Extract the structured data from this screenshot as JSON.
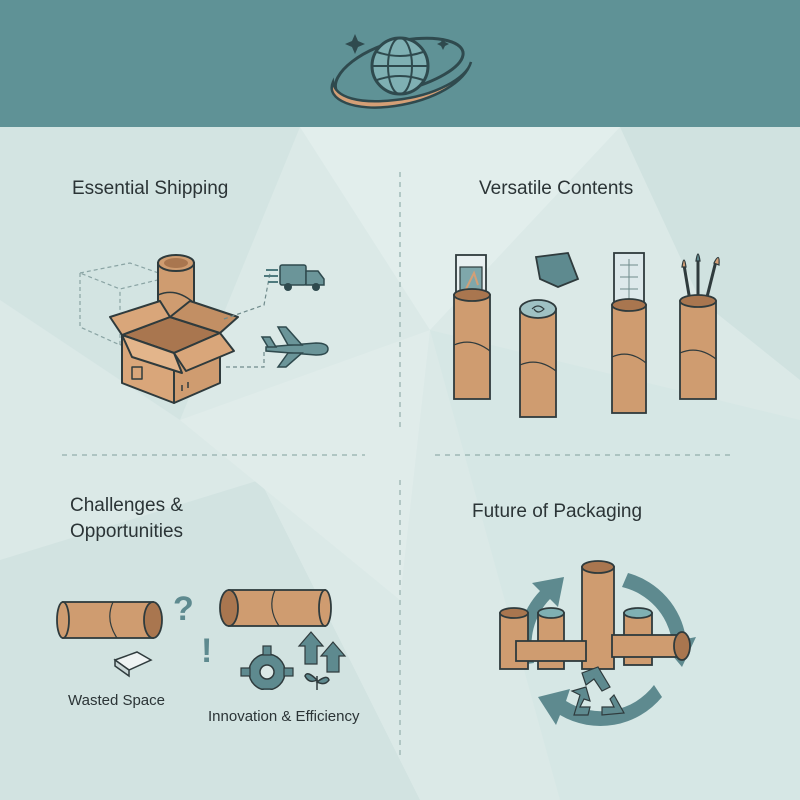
{
  "sections": {
    "shipping": {
      "title": "Essential Shipping"
    },
    "contents": {
      "title": "Versatile Contents"
    },
    "challenges": {
      "title": "Challenges &\nOpportunities",
      "wasted_label": "Wasted Space",
      "innovation_label": "Innovation & Efficiency"
    },
    "future": {
      "title": "Future of Packaging"
    }
  },
  "icons": {
    "logo": "globe-orbit-icon",
    "truck": "truck-icon",
    "plane": "airplane-icon",
    "question": "question-mark-icon",
    "exclamation": "exclamation-icon",
    "gear": "gear-icon",
    "arrows": "up-arrows-icon",
    "sprout": "sprout-icon",
    "recycle": "recycle-icon"
  },
  "colors": {
    "header": "#5f9296",
    "background": "#dbe9e7",
    "kraft": "#cf9c70",
    "kraft_dark": "#a9764f",
    "teal_icon": "#5e8a8f",
    "ink": "#2b3436"
  }
}
